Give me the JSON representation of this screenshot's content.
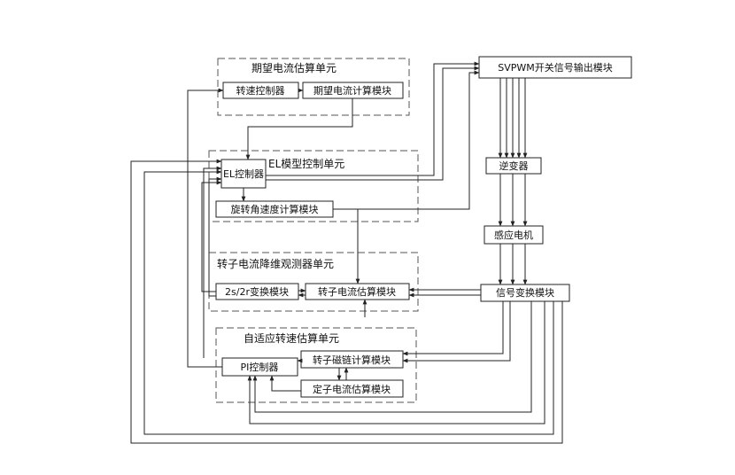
{
  "units": {
    "expected_current": "期望电流估算单元",
    "el_model": "EL模型控制单元",
    "rotor_observer": "转子电流降维观测器单元",
    "adaptive_speed": "自适应转速估算单元"
  },
  "blocks": {
    "speed_controller": "转速控制器",
    "expected_current_calc": "期望电流计算模块",
    "svpwm": "SVPWM开关信号输出模块",
    "el_controller": "EL控制器",
    "inverter": "逆变器",
    "rotation_angle_speed": "旋转角速度计算模块",
    "induction_motor": "感应电机",
    "transform_2s2r": "2s/2r变换模块",
    "rotor_current_est": "转子电流估算模块",
    "signal_transform": "信号变换模块",
    "pi_controller": "PI控制器",
    "rotor_flux_calc": "转子磁链计算模块",
    "stator_current_est": "定子电流估算模块"
  }
}
